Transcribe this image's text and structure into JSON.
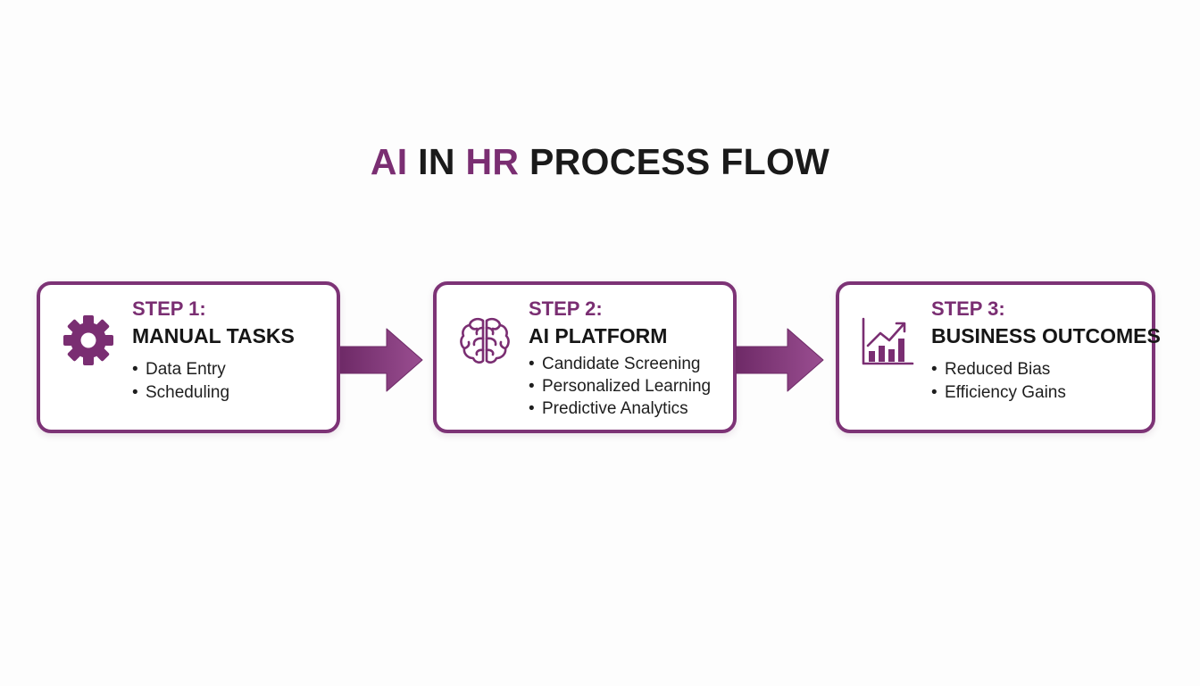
{
  "title": {
    "part1": "AI",
    "part2": " IN ",
    "part3": "HR",
    "part4": " PROCESS FLOW"
  },
  "colors": {
    "accent": "#7a2e72",
    "border": "#7d3376",
    "text": "#1a1a1a",
    "background": "#fdfdfd"
  },
  "steps": [
    {
      "number": "STEP 1:",
      "name": "MANUAL TASKS",
      "icon": "gear-icon",
      "bullets": [
        "Data Entry",
        "Scheduling"
      ]
    },
    {
      "number": "STEP 2:",
      "name": "AI PLATFORM",
      "icon": "brain-icon",
      "bullets": [
        "Candidate Screening",
        "Personalized Learning",
        "Predictive Analytics"
      ]
    },
    {
      "number": "STEP 3:",
      "name": "BUSINESS OUTCOMES",
      "icon": "growth-chart-icon",
      "bullets": [
        "Reduced Bias",
        "Efficiency Gains"
      ]
    }
  ]
}
